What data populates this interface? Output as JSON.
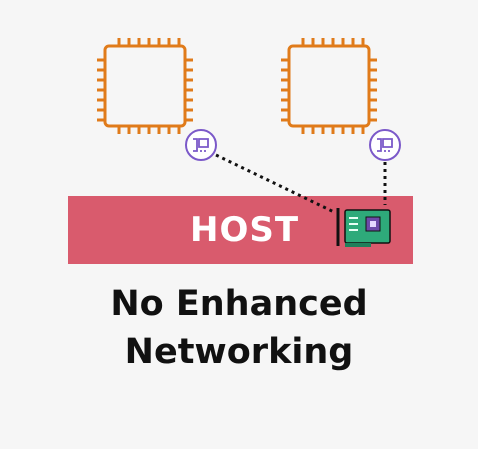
{
  "host": {
    "label": "HOST"
  },
  "caption": {
    "line1": "No Enhanced",
    "line2": "Networking"
  },
  "colors": {
    "chip_outline": "#e07b1a",
    "host_bar": "#d95b6d",
    "eni_badge": "#7b59c9",
    "nic_board": "#2eaa7a",
    "nic_chip": "#6d4aa9",
    "link_line": "#111111",
    "background": "#f6f6f6"
  },
  "icons": {
    "instance_left": "ec2-instance-chip-icon",
    "instance_right": "ec2-instance-chip-icon",
    "eni_left": "network-interface-icon",
    "eni_right": "network-interface-icon",
    "host_nic": "network-card-icon"
  }
}
